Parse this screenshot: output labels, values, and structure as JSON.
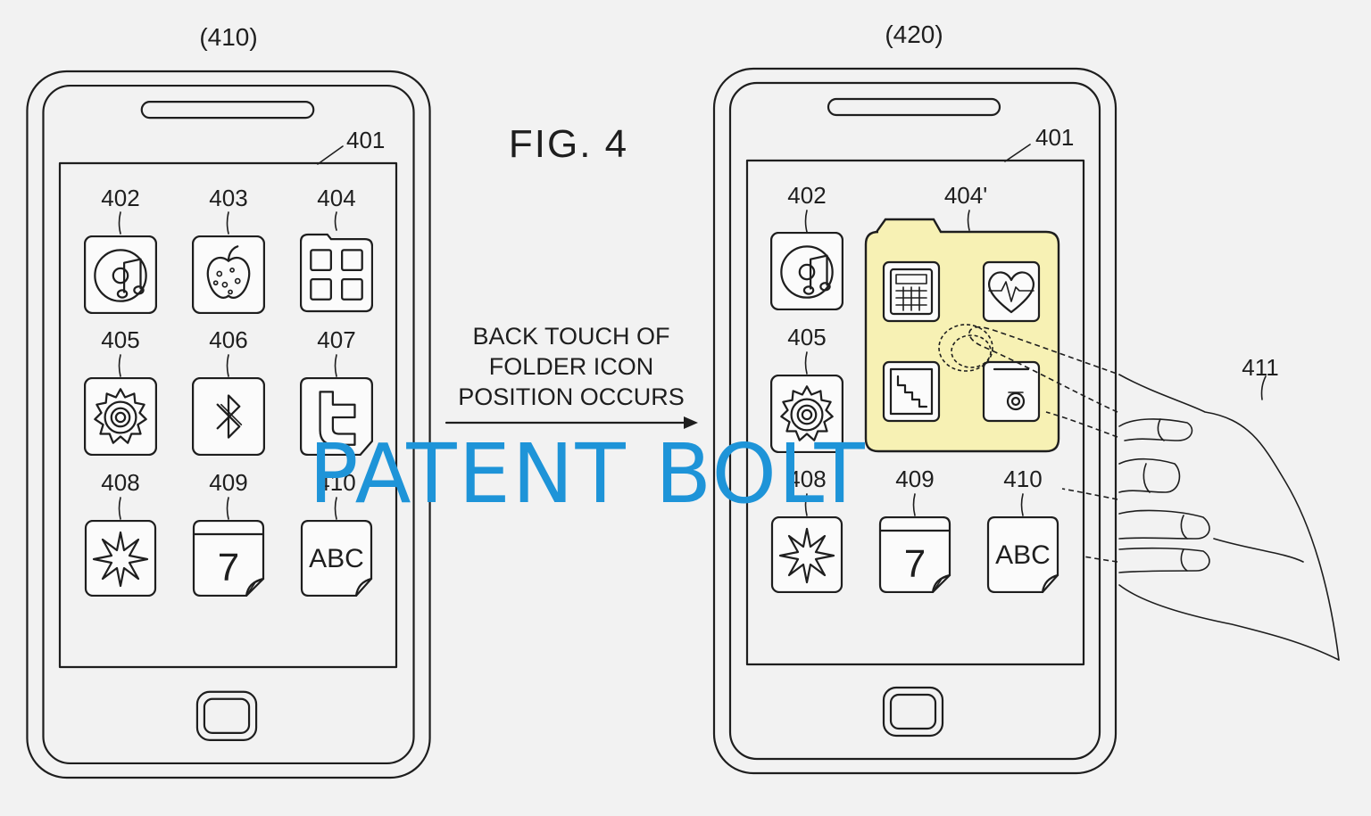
{
  "figure": {
    "title": "FIG. 4",
    "left_state_label": "(410)",
    "right_state_label": "(420)",
    "caption_lines": [
      "BACK TOUCH OF",
      "FOLDER ICON",
      "POSITION OCCURS"
    ],
    "watermark": "PATENT BOLT"
  },
  "left_phone": {
    "screen_ref": "401",
    "icons": [
      {
        "ref": "402",
        "icon": "music-disc-icon"
      },
      {
        "ref": "403",
        "icon": "apple-icon"
      },
      {
        "ref": "404",
        "icon": "folder-grid-icon"
      },
      {
        "ref": "405",
        "icon": "settings-gear-icon"
      },
      {
        "ref": "406",
        "icon": "bluetooth-icon"
      },
      {
        "ref": "407",
        "icon": "twitter-icon"
      },
      {
        "ref": "408",
        "icon": "sparkle-icon"
      },
      {
        "ref": "409",
        "icon": "calendar-icon"
      },
      {
        "ref": "410",
        "icon": "text-abc-icon"
      }
    ]
  },
  "right_phone": {
    "screen_ref": "401",
    "icons": [
      {
        "ref": "402",
        "icon": "music-disc-icon"
      },
      {
        "ref": "405",
        "icon": "settings-gear-icon"
      },
      {
        "ref": "408",
        "icon": "sparkle-icon"
      },
      {
        "ref": "409",
        "icon": "calendar-icon"
      },
      {
        "ref": "410",
        "icon": "text-abc-icon"
      }
    ],
    "folder": {
      "ref": "404'",
      "highlight_color": "#f7f1b4",
      "contents": [
        "calculator-icon",
        "heart-monitor-icon",
        "stairs-chart-icon",
        "camera-icon"
      ]
    },
    "hand_ref": "411"
  },
  "colors": {
    "watermark": "#1e94d8",
    "line": "#1e1e1e",
    "background": "#f2f2f2"
  },
  "calendar_day": "7",
  "abc_text": "ABC"
}
